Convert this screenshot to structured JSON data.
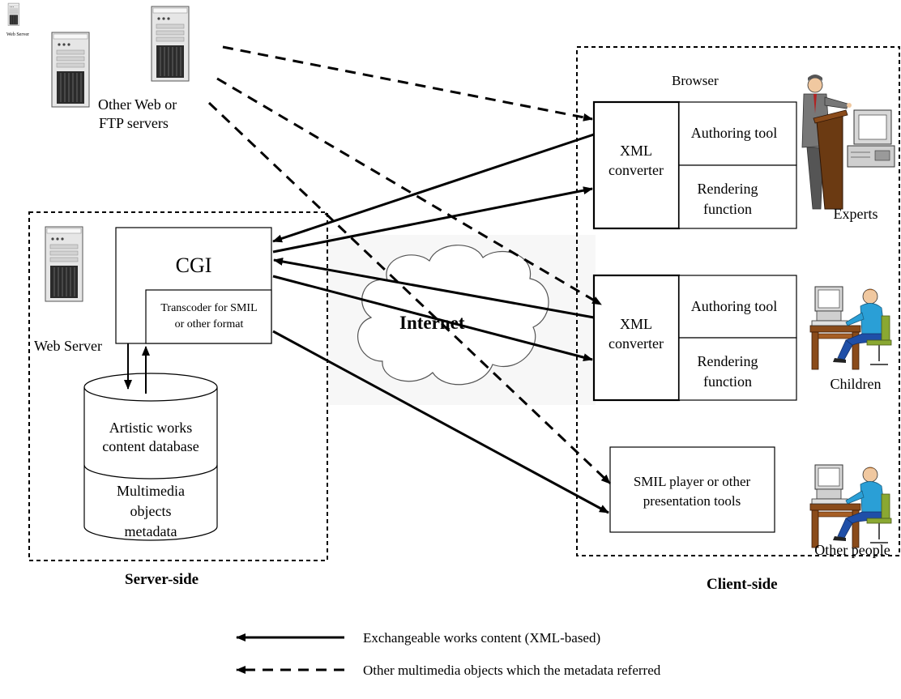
{
  "servers": {
    "tiny_label": "Web Server",
    "other_label_line1": "Other Web or",
    "other_label_line2": "FTP servers"
  },
  "server_side": {
    "title": "Server-side",
    "web_server_label": "Web Server",
    "cgi_label": "CGI",
    "transcoder_line1": "Transcoder for SMIL",
    "transcoder_line2": "or other format",
    "db_upper_line1": "Artistic works",
    "db_upper_line2": "content database",
    "db_lower_line1": "Multimedia",
    "db_lower_line2": "objects",
    "db_lower_line3": "metadata"
  },
  "internet_label": "Internet",
  "client_side": {
    "title": "Client-side",
    "browser_label": "Browser",
    "xml_converter_line1": "XML",
    "xml_converter_line2": "converter",
    "authoring_tool": "Authoring tool",
    "rendering_line1": "Rendering",
    "rendering_line2": "function",
    "smil_line1": "SMIL player or other",
    "smil_line2": "presentation tools",
    "user_groups": [
      "Experts",
      "Children",
      "Other people"
    ]
  },
  "legend": [
    {
      "label": "Exchangeable works content (XML-based)",
      "style": "solid"
    },
    {
      "label": "Other multimedia objects which the metadata referred",
      "style": "dashed"
    }
  ],
  "colors": {
    "stroke": "#000000",
    "cloud_fill": "#f4f4f4",
    "server_body": "#e6e6e6",
    "shirt_blue": "#2a9fd6",
    "trousers_blue": "#1f4fa8",
    "desk_brown": "#8a4b1a",
    "suit_gray": "#777777",
    "podium_brown": "#6b3a12"
  }
}
